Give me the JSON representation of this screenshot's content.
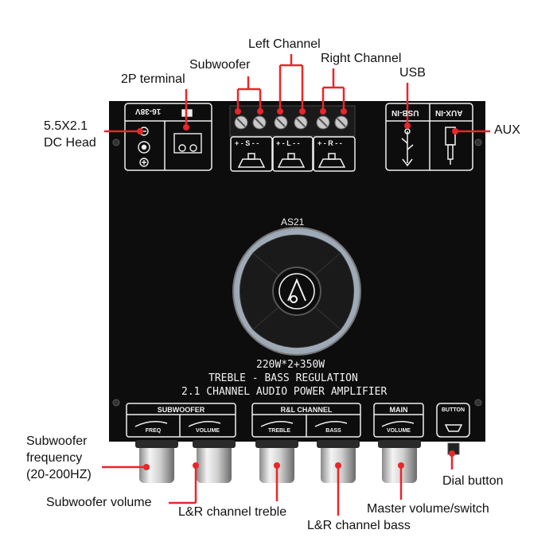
{
  "callouts": {
    "left_channel": "Left Channel",
    "subwoofer": "Subwoofer",
    "right_channel": "Right Channel",
    "two_p_terminal": "2P terminal",
    "usb": "USB",
    "dc_head": "5.5X2.1\nDC Head",
    "aux": "AUX",
    "sub_freq": "Subwoofer\nfrequency\n(20-200HZ)",
    "sub_volume": "Subwoofer volume",
    "lr_treble": "L&R channel treble",
    "lr_bass": "L&R channel bass",
    "master_volume": "Master volume/switch",
    "dial_button": "Dial button"
  },
  "board": {
    "model": "AS21",
    "power": "220W*2+350W",
    "line1": "TREBLE - BASS REGULATION",
    "line2": "2.1 CHANNEL AUDIO POWER AMPLIFIER",
    "voltage": "16-38V",
    "usb_in": "USB-IN",
    "aux_in": "AUX-IN",
    "sub_term": "+ - S - -",
    "left_term": "+ - L - -",
    "right_term": "+ - R - -",
    "group_subwoofer": "SUBWOOFER",
    "group_rl": "R&L CHANNEL",
    "group_main": "MAIN",
    "group_button": "BUTTON",
    "knob_freq": "FREQ",
    "knob_volume": "VOLUME",
    "knob_treble": "TREBLE",
    "knob_bass": "BASS",
    "knob_main_volume": "VOLUME"
  },
  "colors": {
    "callout_line": "#e8262b",
    "board": "#0d0d0d",
    "silk": "#f0f0f0",
    "heatsink_blue": "#2a64c8"
  }
}
